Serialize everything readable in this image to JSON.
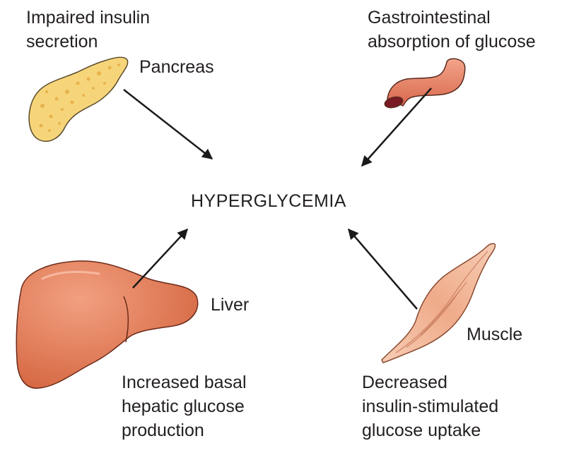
{
  "center_label": "HYPERGLYCEMIA",
  "organs": [
    {
      "name": "Pancreas",
      "caption": "Impaired insulin\nsecretion"
    },
    {
      "name": "",
      "caption": "Gastrointestinal\nabsorption of glucose"
    },
    {
      "name": "Liver",
      "caption": "Increased basal\nhepatic glucose\nproduction"
    },
    {
      "name": "Muscle",
      "caption": "Decreased\ninsulin-stimulated\nglucose uptake"
    }
  ],
  "colors": {
    "pancreas_fill": "#f6d57a",
    "pancreas_spots": "#e8b24c",
    "intestine_fill": "#e8856a",
    "intestine_lumen": "#7a1a22",
    "liver_fill": "#e07a5c",
    "muscle_fill": "#f2b79a",
    "arrow": "#1a1a1a"
  }
}
